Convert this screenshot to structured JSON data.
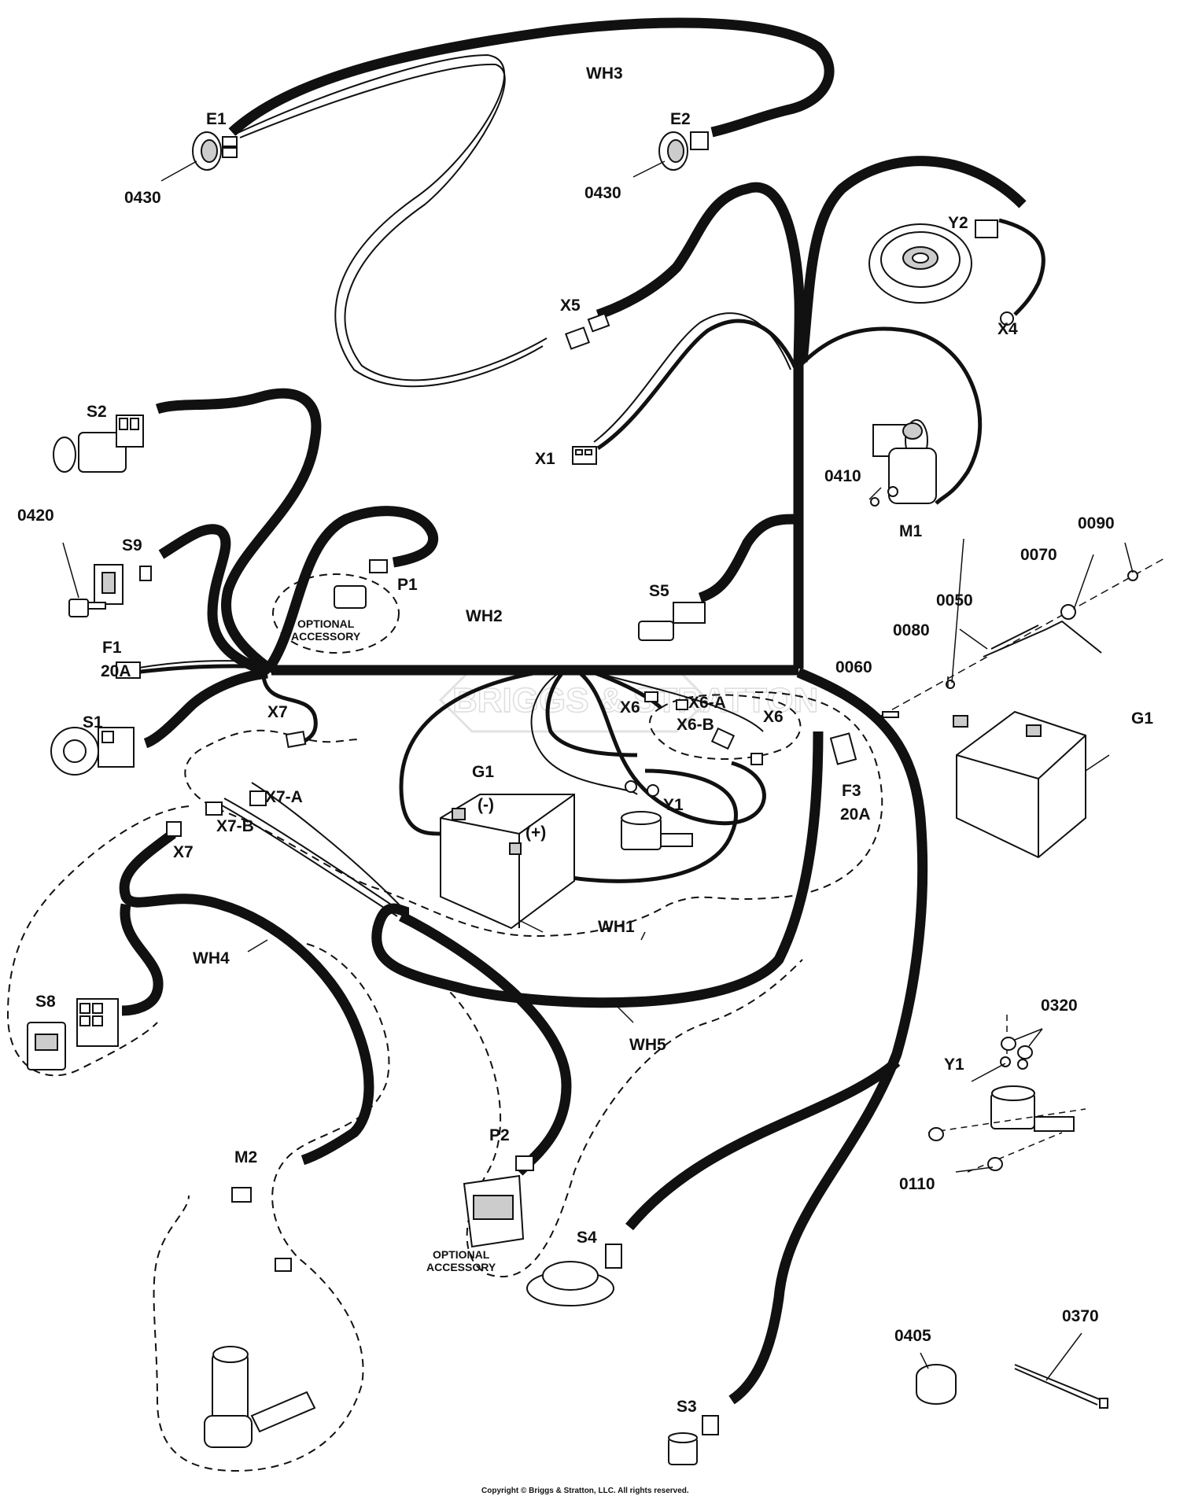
{
  "labels": {
    "wh3": "WH3",
    "e1": "E1",
    "e2": "E2",
    "p0430a": "0430",
    "p0430b": "0430",
    "y2": "Y2",
    "x4": "X4",
    "x5": "X5",
    "x1": "X1",
    "s2": "S2",
    "p0410": "0410",
    "m1": "M1",
    "p0420": "0420",
    "s9": "S9",
    "p1": "P1",
    "s5": "S5",
    "p0090": "0090",
    "p0070": "0070",
    "p0050": "0050",
    "p0080": "0080",
    "f1": "F1",
    "f1amp": "20A",
    "wh2": "WH2",
    "p0060": "0060",
    "s1": "S1",
    "x6a": "X6",
    "x6a_lbl": "X6-A",
    "g1_top": "G1",
    "g1_right": "G1",
    "x7_top": "X7",
    "x6b_lbl": "X6-B",
    "x6b": "X6",
    "neg": "(-)",
    "y1_center": "Y1",
    "x7a": "X7-A",
    "f3": "F3",
    "f3amp": "20A",
    "plus": "(+)",
    "x7b": "X7-B",
    "x7_left": "X7",
    "wh1": "WH1",
    "wh4": "WH4",
    "s8": "S8",
    "wh5": "WH5",
    "p0320": "0320",
    "y1_right": "Y1",
    "p2": "P2",
    "m2": "M2",
    "p0110": "0110",
    "s4": "S4",
    "p0405": "0405",
    "p0370": "0370",
    "s3": "S3"
  },
  "accessory_notes": {
    "p1_line1": "OPTIONAL",
    "p1_line2": "ACCESSORY",
    "p2_line1": "OPTIONAL",
    "p2_line2": "ACCESSORY"
  },
  "watermark": "BRIGGS & STRATTON",
  "copyright": "Copyright © Briggs & Stratton, LLC. All rights reserved."
}
